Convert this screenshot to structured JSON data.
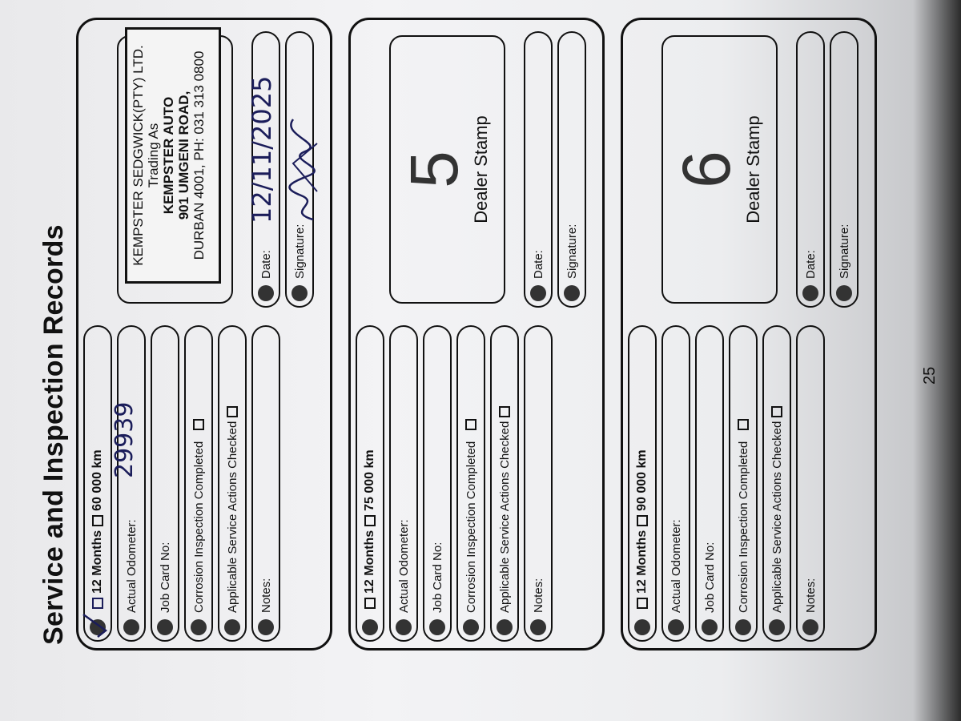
{
  "title": "Service and Inspection Records",
  "page_number": "25",
  "labels": {
    "months": "12 Months",
    "odometer": "Actual Odometer:",
    "job_card": "Job Card No:",
    "corrosion": "Corrosion Inspection Completed",
    "actions": "Applicable Service Actions Checked",
    "notes": "Notes:",
    "date": "Date:",
    "signature": "Signature:",
    "dealer_stamp": "Dealer Stamp"
  },
  "records": [
    {
      "km": "60 000 km",
      "months_checked": true,
      "odometer_value": "29939",
      "date_value": "12/11/2025"
    },
    {
      "km": "75 000 km",
      "stamp_number": "5"
    },
    {
      "km": "90 000 km",
      "stamp_number": "6"
    }
  ],
  "dealer_stamp_text": {
    "line1": "KEMPSTER SEDGWICK(PTY) LTD.",
    "line2": "Trading As",
    "line3": "KEMPSTER AUTO",
    "line4": "901 UMGENI ROAD,",
    "line5": "DURBAN 4001, PH: 031 313 0800"
  },
  "colors": {
    "ink": "#1b1d5a",
    "paper": "#f1f1f3"
  }
}
